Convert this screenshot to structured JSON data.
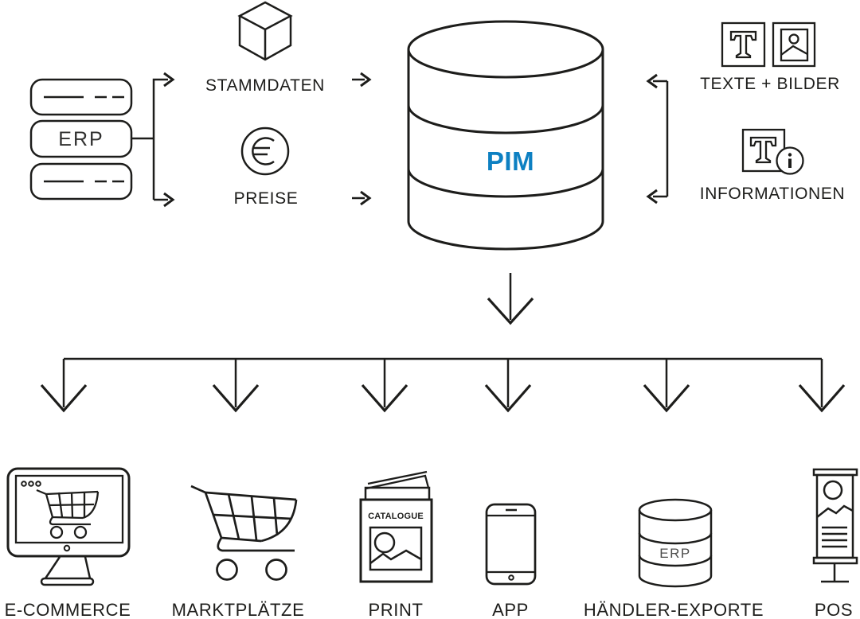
{
  "diagram": {
    "source_system": {
      "label": "ERP",
      "icon": "erp-server-icon"
    },
    "inputs": [
      {
        "label": "STAMMDATEN",
        "icon": "cube-icon"
      },
      {
        "label": "PREISE",
        "icon": "euro-icon"
      }
    ],
    "hub": {
      "label": "PIM",
      "icon": "pim-database-icon",
      "accent_color": "#0d80c2"
    },
    "enrichment_inputs": [
      {
        "label": "TEXTE + BILDER",
        "icons": [
          "text-icon",
          "image-icon"
        ]
      },
      {
        "label": "INFORMATIONEN",
        "icons": [
          "text-info-icon"
        ]
      }
    ],
    "channels": [
      {
        "label": "E-COMMERCE",
        "icon": "ecommerce-monitor-icon"
      },
      {
        "label": "MARKTPLÄTZE",
        "icon": "shopping-cart-icon"
      },
      {
        "label": "PRINT",
        "icon": "catalogue-icon",
        "icon_text": "CATALOGUE"
      },
      {
        "label": "APP",
        "icon": "smartphone-icon"
      },
      {
        "label": "HÄNDLER-EXPORTE",
        "icon": "erp-export-database-icon",
        "icon_text": "ERP"
      },
      {
        "label": "POS",
        "icon": "banner-stand-icon"
      }
    ],
    "colors": {
      "line": "#1d1d1b",
      "accent": "#0d80c2"
    }
  }
}
